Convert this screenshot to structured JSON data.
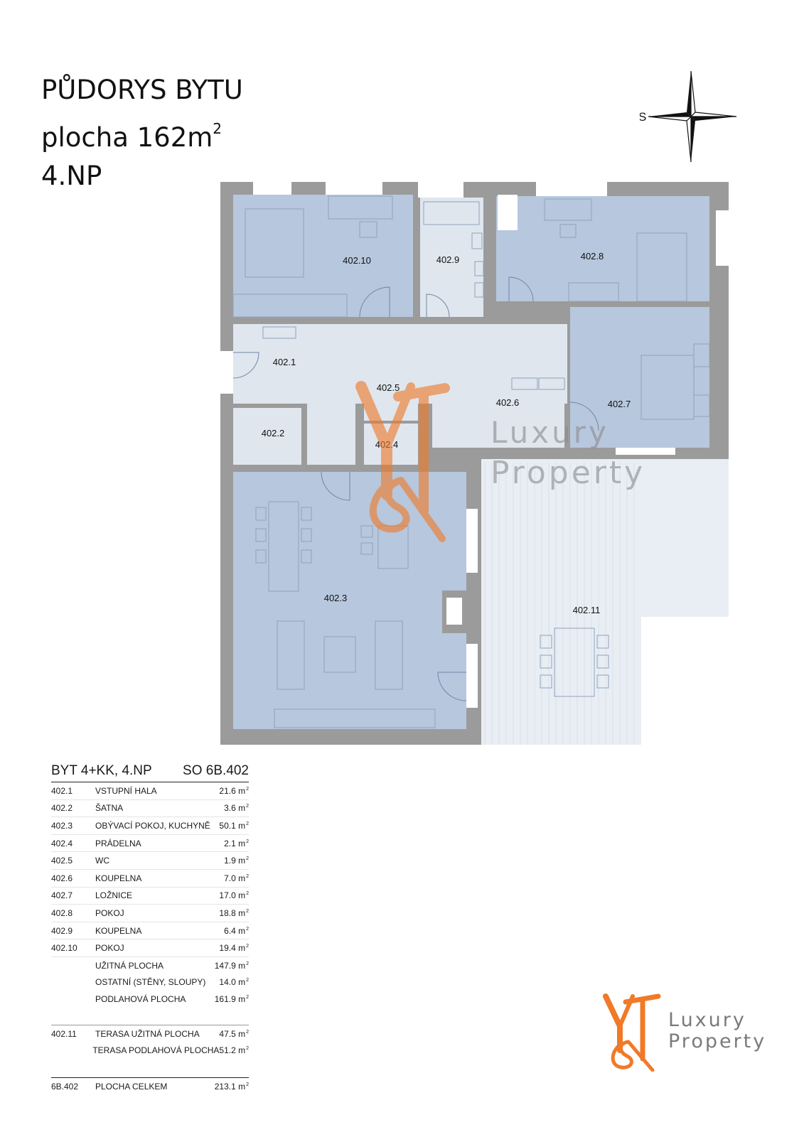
{
  "heading": {
    "line1": "PŮDORYS BYTU",
    "line2": "plocha 162m",
    "line2_sup": "2",
    "line3": "4.NP"
  },
  "compass": {
    "label": "S"
  },
  "rooms": {
    "r402_1": "402.1",
    "r402_2": "402.2",
    "r402_3": "402.3",
    "r402_4": "402.4",
    "r402_5": "402.5",
    "r402_6": "402.6",
    "r402_7": "402.7",
    "r402_8": "402.8",
    "r402_9": "402.9",
    "r402_10": "402.10",
    "r402_11": "402.11"
  },
  "watermark": {
    "line1": "Luxury",
    "line2": "Property"
  },
  "table": {
    "title": "BYT 4+KK, 4.NP",
    "code": "SO 6B.402",
    "unit": "m",
    "unit_sup": "2",
    "rows": [
      {
        "id": "402.1",
        "name": "VSTUPNÍ HALA",
        "value": "21.6 m"
      },
      {
        "id": "402.2",
        "name": "ŠATNA",
        "value": "3.6 m"
      },
      {
        "id": "402.3",
        "name": "OBÝVACÍ POKOJ, KUCHYNĚ",
        "value": "50.1 m"
      },
      {
        "id": "402.4",
        "name": "PRÁDELNA",
        "value": "2.1 m"
      },
      {
        "id": "402.5",
        "name": "WC",
        "value": "1.9 m"
      },
      {
        "id": "402.6",
        "name": "KOUPELNA",
        "value": "7.0 m"
      },
      {
        "id": "402.7",
        "name": "LOŽNICE",
        "value": "17.0 m"
      },
      {
        "id": "402.8",
        "name": "POKOJ",
        "value": "18.8 m"
      },
      {
        "id": "402.9",
        "name": "KOUPELNA",
        "value": "6.4 m"
      },
      {
        "id": "402.10",
        "name": "POKOJ",
        "value": "19.4 m"
      }
    ],
    "summary": [
      {
        "name": "UŽITNÁ PLOCHA",
        "value": "147.9 m"
      },
      {
        "name": "OSTATNÍ (STĚNY, SLOUPY)",
        "value": "14.0 m"
      },
      {
        "name": "PODLAHOVÁ PLOCHA",
        "value": "161.9 m"
      }
    ],
    "terrace": [
      {
        "id": "402.11",
        "name": "TERASA UŽITNÁ PLOCHA",
        "value": "47.5 m"
      },
      {
        "id": "",
        "name": "TERASA PODLAHOVÁ PLOCHA",
        "value": "51.2 m"
      }
    ],
    "total": {
      "id": "6B.402",
      "name": "PLOCHA CELKEM",
      "value": "213.1 m"
    }
  },
  "logo": {
    "line1": "Luxury",
    "line2": "Property"
  },
  "colors": {
    "room_blue": "#b7c7dd",
    "hall": "#dfe6ee",
    "wall": "#9b9b9b",
    "terrace": "#e9eef4",
    "brand_orange": "#f07a28"
  }
}
